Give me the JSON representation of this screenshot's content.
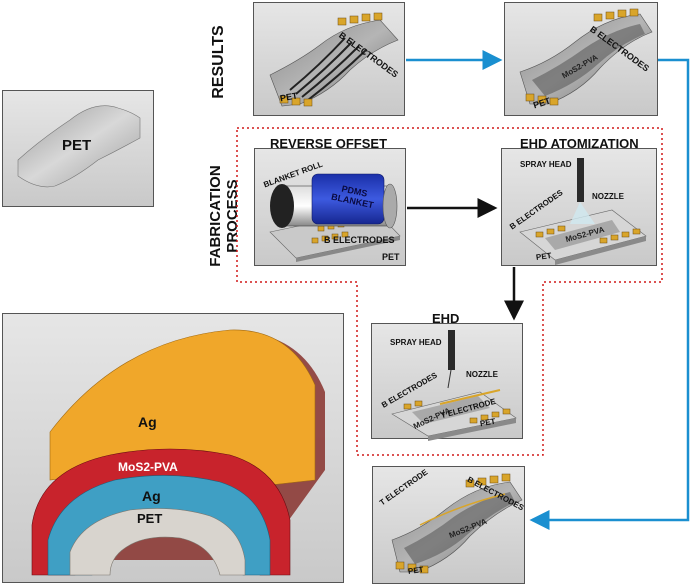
{
  "sections": {
    "results": "RESULTS",
    "fabrication_line1": "FABRICATION",
    "fabrication_line2": "PROCESS"
  },
  "substrate": {
    "label": "PET"
  },
  "results": {
    "panel1": {
      "electrodes": "B ELECTRODES",
      "substrate": "PET"
    },
    "panel2": {
      "electrodes": "B ELECTRODES",
      "layer": "MoS2-PVA",
      "substrate": "PET"
    }
  },
  "reverse_offset": {
    "title": "REVERSE OFFSET",
    "roll": "BLANKET ROLL",
    "blanket_line1": "PDMS",
    "blanket_line2": "BLANKET",
    "electrodes": "B ELECTRODES",
    "substrate": "PET"
  },
  "ehd_atomization": {
    "title": "EHD ATOMIZATION",
    "head": "SPRAY HEAD",
    "nozzle": "NOZZLE",
    "electrodes": "B ELECTRODES",
    "layer": "MoS2-PVA",
    "substrate": "PET"
  },
  "ehd": {
    "title": "EHD",
    "head": "SPRAY HEAD",
    "nozzle": "NOZZLE",
    "electrodes": "B ELECTRODES",
    "layer": "MoS2-PVA",
    "t_electrode": "T ELECTRODE",
    "substrate": "PET"
  },
  "final": {
    "t_electrode": "T ELECTRODE",
    "b_electrodes": "B ELECTRODES",
    "layer": "MoS2-PVA",
    "substrate": "PET"
  },
  "cross_section": {
    "top": "Ag",
    "active": "MoS2-PVA",
    "bottom": "Ag",
    "substrate": "PET"
  },
  "colors": {
    "arrow_blue": "#1a8fd0",
    "dotted_red": "#d01818",
    "ag_gold": "#f0a72a",
    "mos2_red": "#c8232c",
    "ag_blue": "#3f9fc4",
    "pet_gray": "#d8d4ce",
    "pdms_blue": "#2a4ad0",
    "electrode_gold": "#d9a52a"
  }
}
